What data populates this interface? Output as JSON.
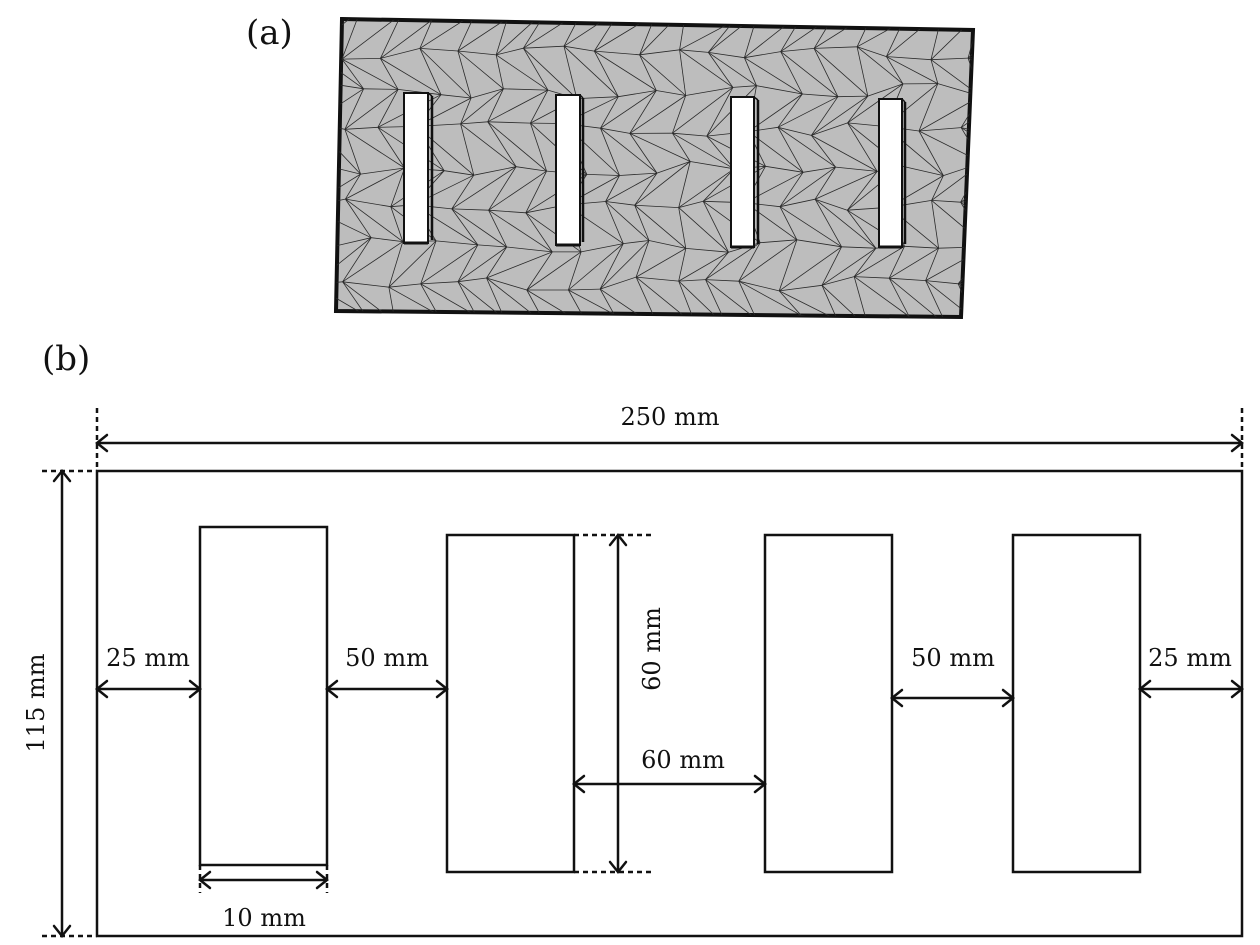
{
  "panel_a": {
    "label": "(a)",
    "colors": {
      "plate": "#bdbdbd",
      "mesh": "#2a2a2a",
      "slot": "#ffffff"
    }
  },
  "panel_b": {
    "label": "(b)",
    "dimensions": {
      "total_width": "250 mm",
      "total_height": "115 mm",
      "left_margin": "25 mm",
      "gap_1_2": "50 mm",
      "slot_height": "60 mm",
      "gap_2_3": "60 mm",
      "gap_3_4": "50 mm",
      "right_margin": "25 mm",
      "slot_width": "10 mm"
    }
  }
}
